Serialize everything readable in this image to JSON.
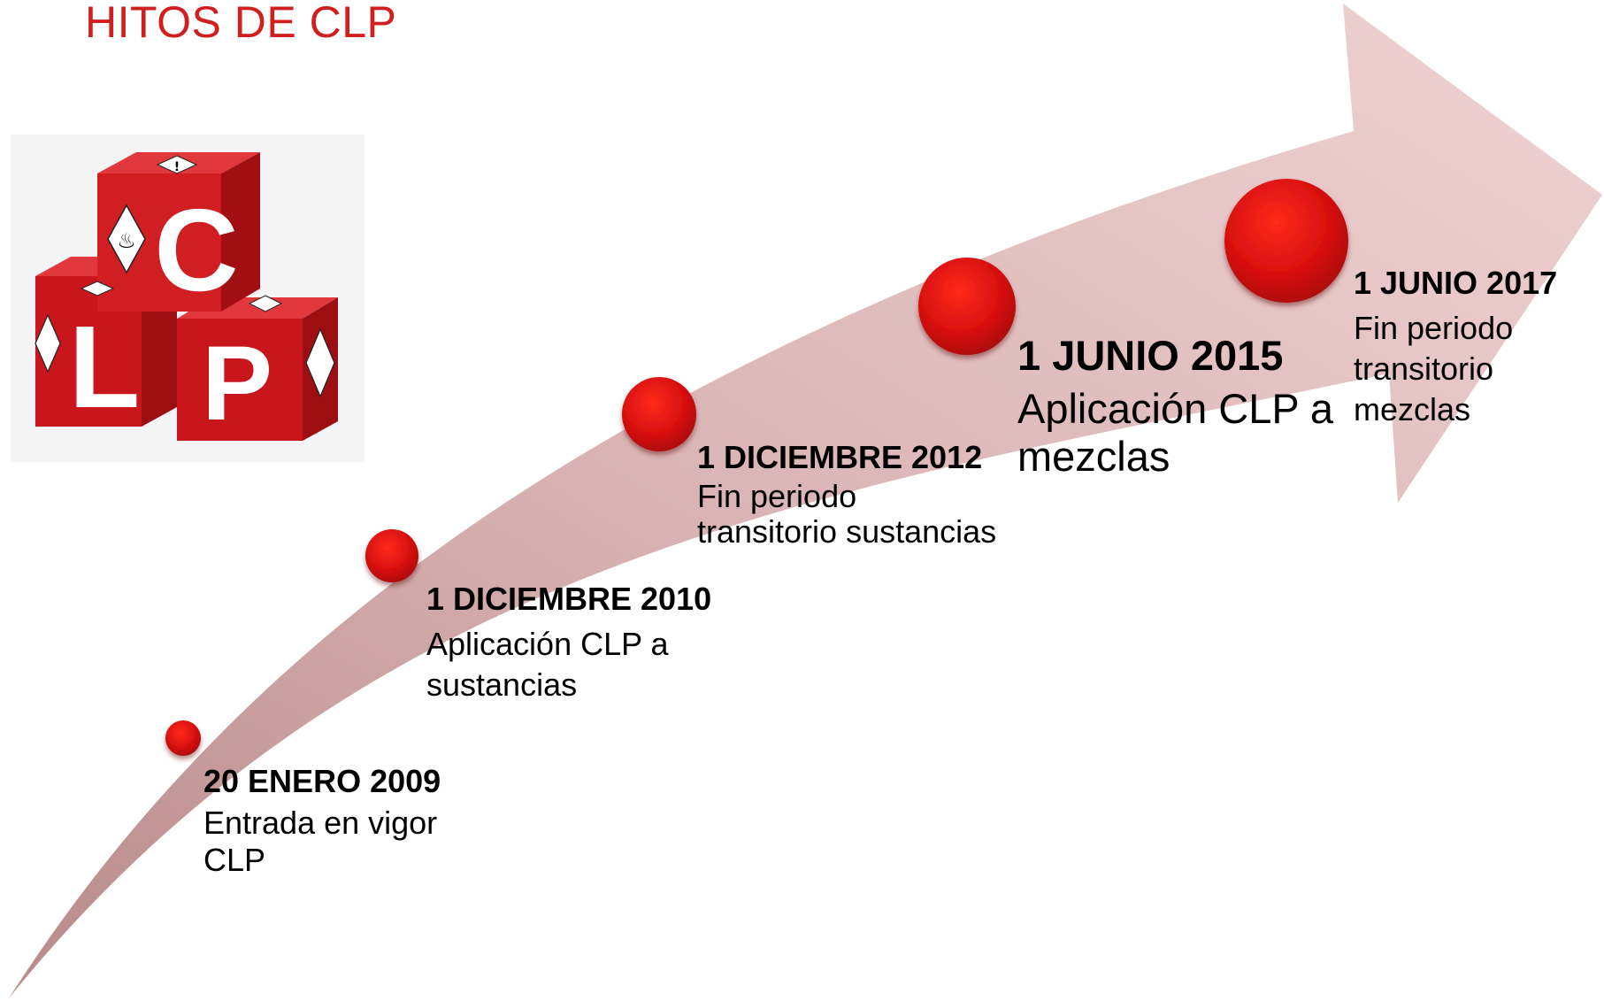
{
  "title": "HITOS DE CLP",
  "logo": {
    "letters": [
      "C",
      "L",
      "P"
    ]
  },
  "colors": {
    "title": "#d11f1f",
    "arrow_light": "#f2d4d4",
    "arrow_dark": "#c49696",
    "dot": "#d41414",
    "cube": "#c8161c"
  },
  "milestones": [
    {
      "date": "20 ENERO 2009",
      "description": "Entrada en vigor CLP",
      "lines": [
        "Entrada en vigor",
        "CLP"
      ]
    },
    {
      "date": "1 DICIEMBRE 2010",
      "description": "Aplicación CLP a sustancias",
      "lines": [
        "Aplicación CLP a",
        "sustancias"
      ]
    },
    {
      "date": "1 DICIEMBRE 2012",
      "description": "Fin periodo transitorio sustancias",
      "lines": [
        "Fin periodo",
        "transitorio sustancias"
      ]
    },
    {
      "date": "1 JUNIO 2015",
      "description": "Aplicación CLP a mezclas",
      "lines": [
        "Aplicación CLP a",
        "mezclas"
      ]
    },
    {
      "date": "1 JUNIO 2017",
      "description": "Fin periodo transitorio mezclas",
      "lines": [
        "Fin periodo",
        "transitorio",
        "mezclas"
      ]
    }
  ]
}
